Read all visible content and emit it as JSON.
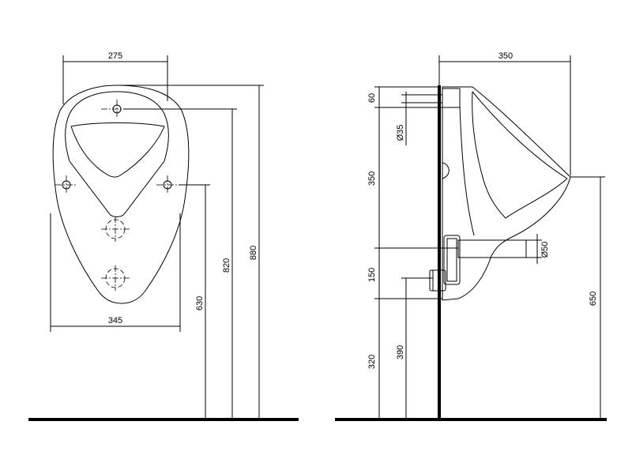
{
  "front_view": {
    "dims": {
      "top_width": "275",
      "bottom_width": "345",
      "height_630": "630",
      "height_820": "820",
      "height_880": "880"
    }
  },
  "side_view": {
    "dims": {
      "depth": "350",
      "top_60": "60",
      "diameter_35": "Ø35",
      "height_350": "350",
      "height_150": "150",
      "height_320": "320",
      "height_390": "390",
      "height_650": "650",
      "diameter_50": "Ø50"
    }
  }
}
